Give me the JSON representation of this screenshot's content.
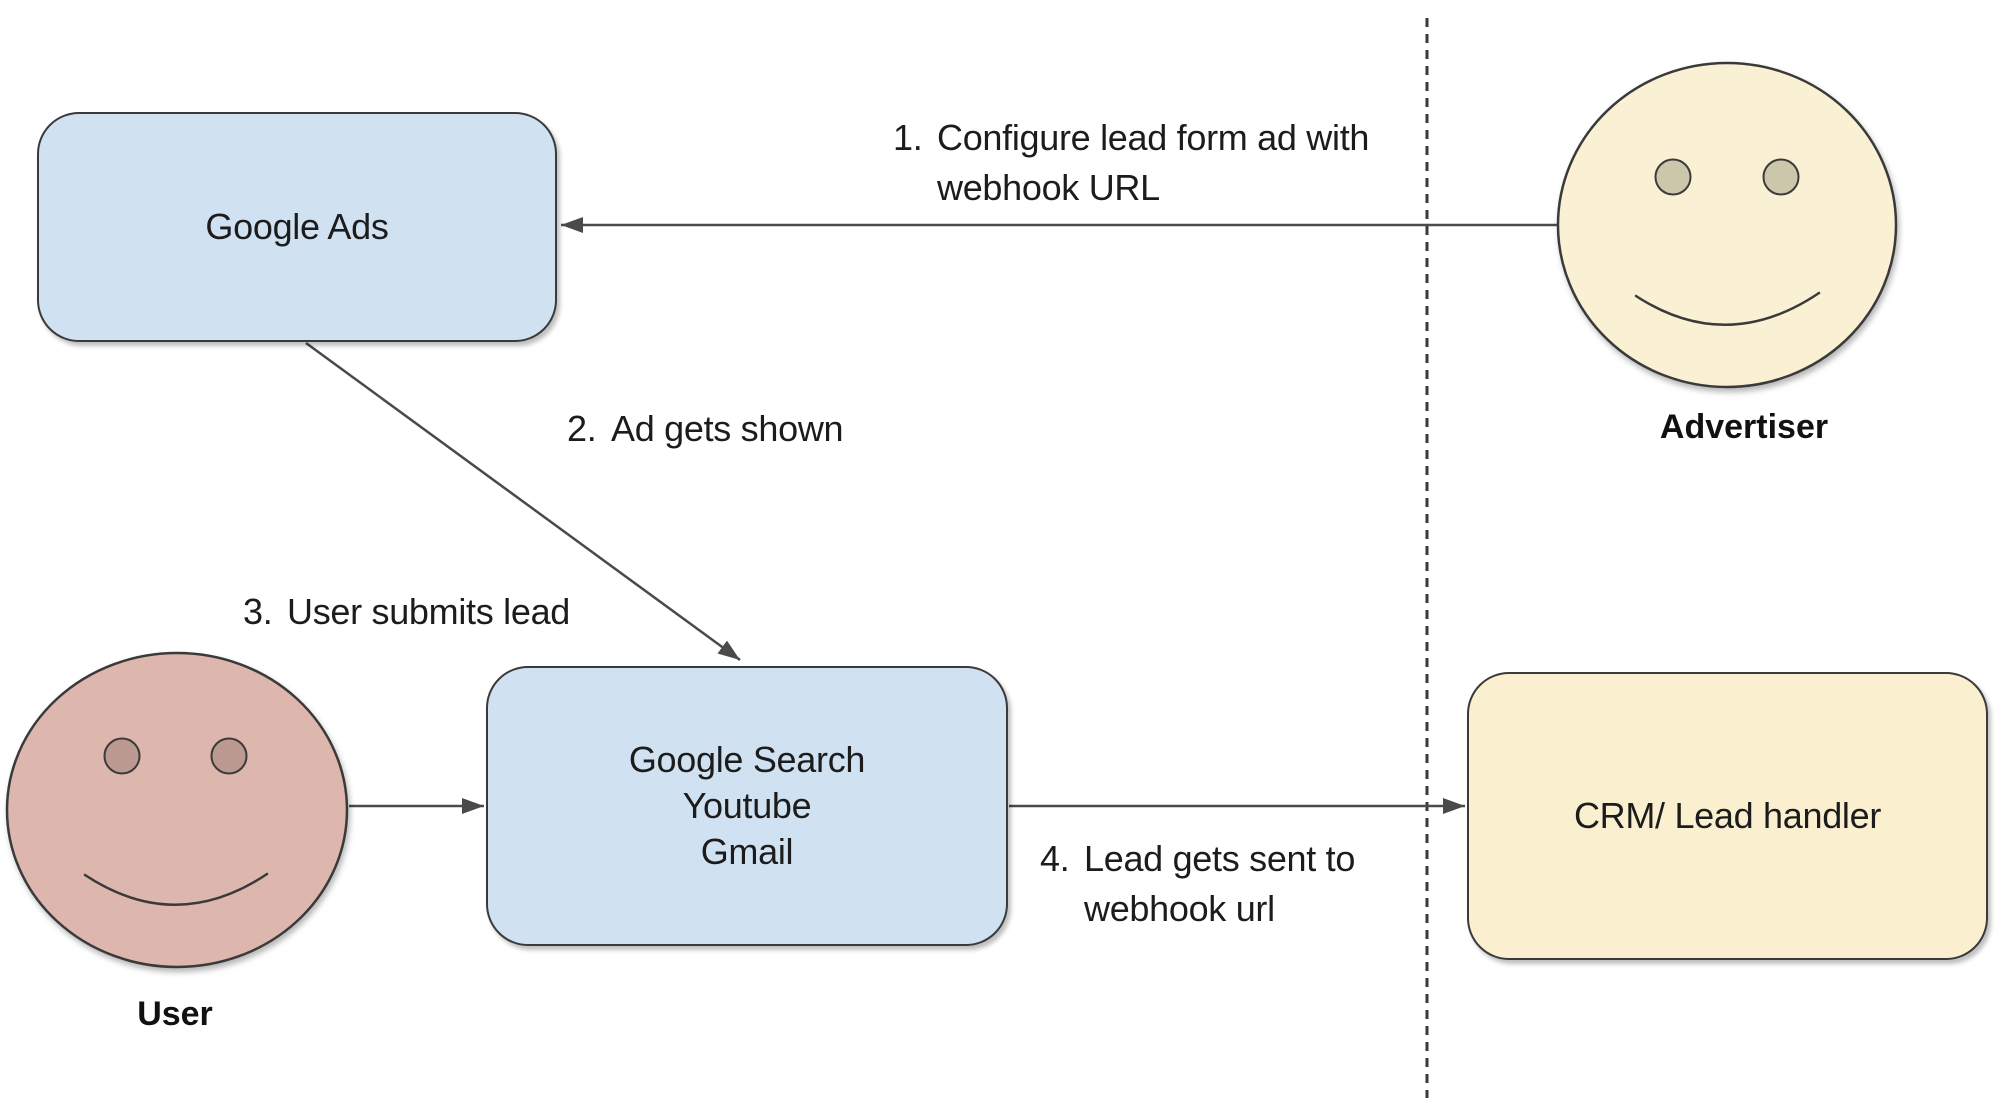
{
  "nodes": {
    "google_ads": {
      "label": "Google Ads"
    },
    "google_surfaces": {
      "lines": [
        "Google Search",
        "Youtube",
        "Gmail"
      ]
    },
    "crm": {
      "label": "CRM/ Lead handler"
    }
  },
  "actors": {
    "advertiser": {
      "label": "Advertiser"
    },
    "user": {
      "label": "User"
    }
  },
  "steps": [
    {
      "num": "1.",
      "lines": [
        "Configure lead form ad with",
        "webhook URL"
      ]
    },
    {
      "num": "2.",
      "lines": [
        "Ad gets shown"
      ]
    },
    {
      "num": "3.",
      "lines": [
        "User submits lead"
      ]
    },
    {
      "num": "4.",
      "lines": [
        "Lead gets sent to",
        "webhook url"
      ]
    }
  ],
  "colors": {
    "box_blue": "#d0e2f2",
    "box_yellow": "#faf0cf",
    "advertiser_face": "#faf1d4",
    "advertiser_eye": "#ccc6ab",
    "user_face": "#ddb7ad",
    "user_eye": "#bc9a92",
    "shape_stroke": "#3a3a3a",
    "connector": "#4a4a4a"
  }
}
